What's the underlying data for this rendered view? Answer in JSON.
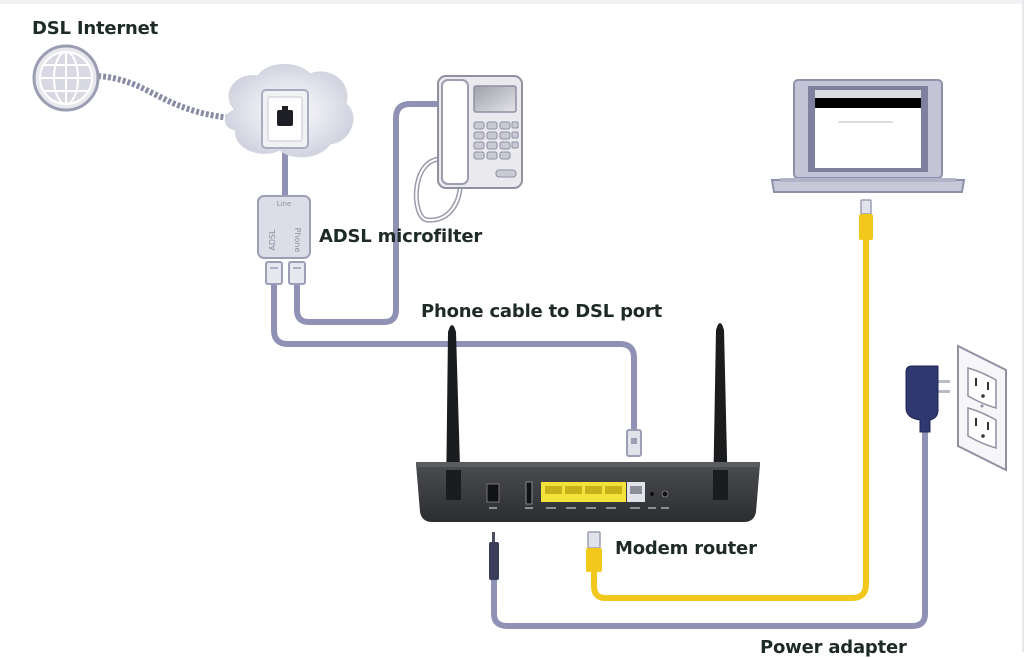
{
  "diagram": {
    "title": "DSL modem router connection diagram",
    "labels": {
      "dsl_internet": "DSL Internet",
      "adsl_microfilter": "ADSL microfilter",
      "phone_cable": "Phone cable to DSL port",
      "modem_router": "Modem router",
      "power_adapter": "Power adapter"
    },
    "microfilter_ports": {
      "line": "Line",
      "adsl": "ADSL",
      "phone": "Phone"
    },
    "router_ports": [
      "Power",
      "USB",
      "LAN1",
      "LAN2",
      "LAN3",
      "LAN4",
      "DSL",
      "Reset",
      "WPS"
    ],
    "colors": {
      "phone_cable": "#8f92b4",
      "ethernet_cable": "#f2c81c",
      "power_cable": "#8f92b4",
      "router_body": "#3d3f42",
      "antenna": "#1b1c1e",
      "lan_ports": "#f2e23a",
      "power_plug": "#2f3870",
      "label_text": "#1e2a26"
    },
    "nodes": [
      {
        "id": "internet",
        "icon": "globe-icon"
      },
      {
        "id": "wall-jack",
        "icon": "phone-jack-icon"
      },
      {
        "id": "microfilter",
        "icon": "microfilter-icon"
      },
      {
        "id": "telephone",
        "icon": "telephone-icon"
      },
      {
        "id": "laptop",
        "icon": "laptop-icon"
      },
      {
        "id": "router",
        "icon": "modem-router-icon"
      },
      {
        "id": "power-adapter",
        "icon": "power-plug-icon"
      },
      {
        "id": "wall-outlet",
        "icon": "wall-outlet-icon"
      }
    ]
  }
}
